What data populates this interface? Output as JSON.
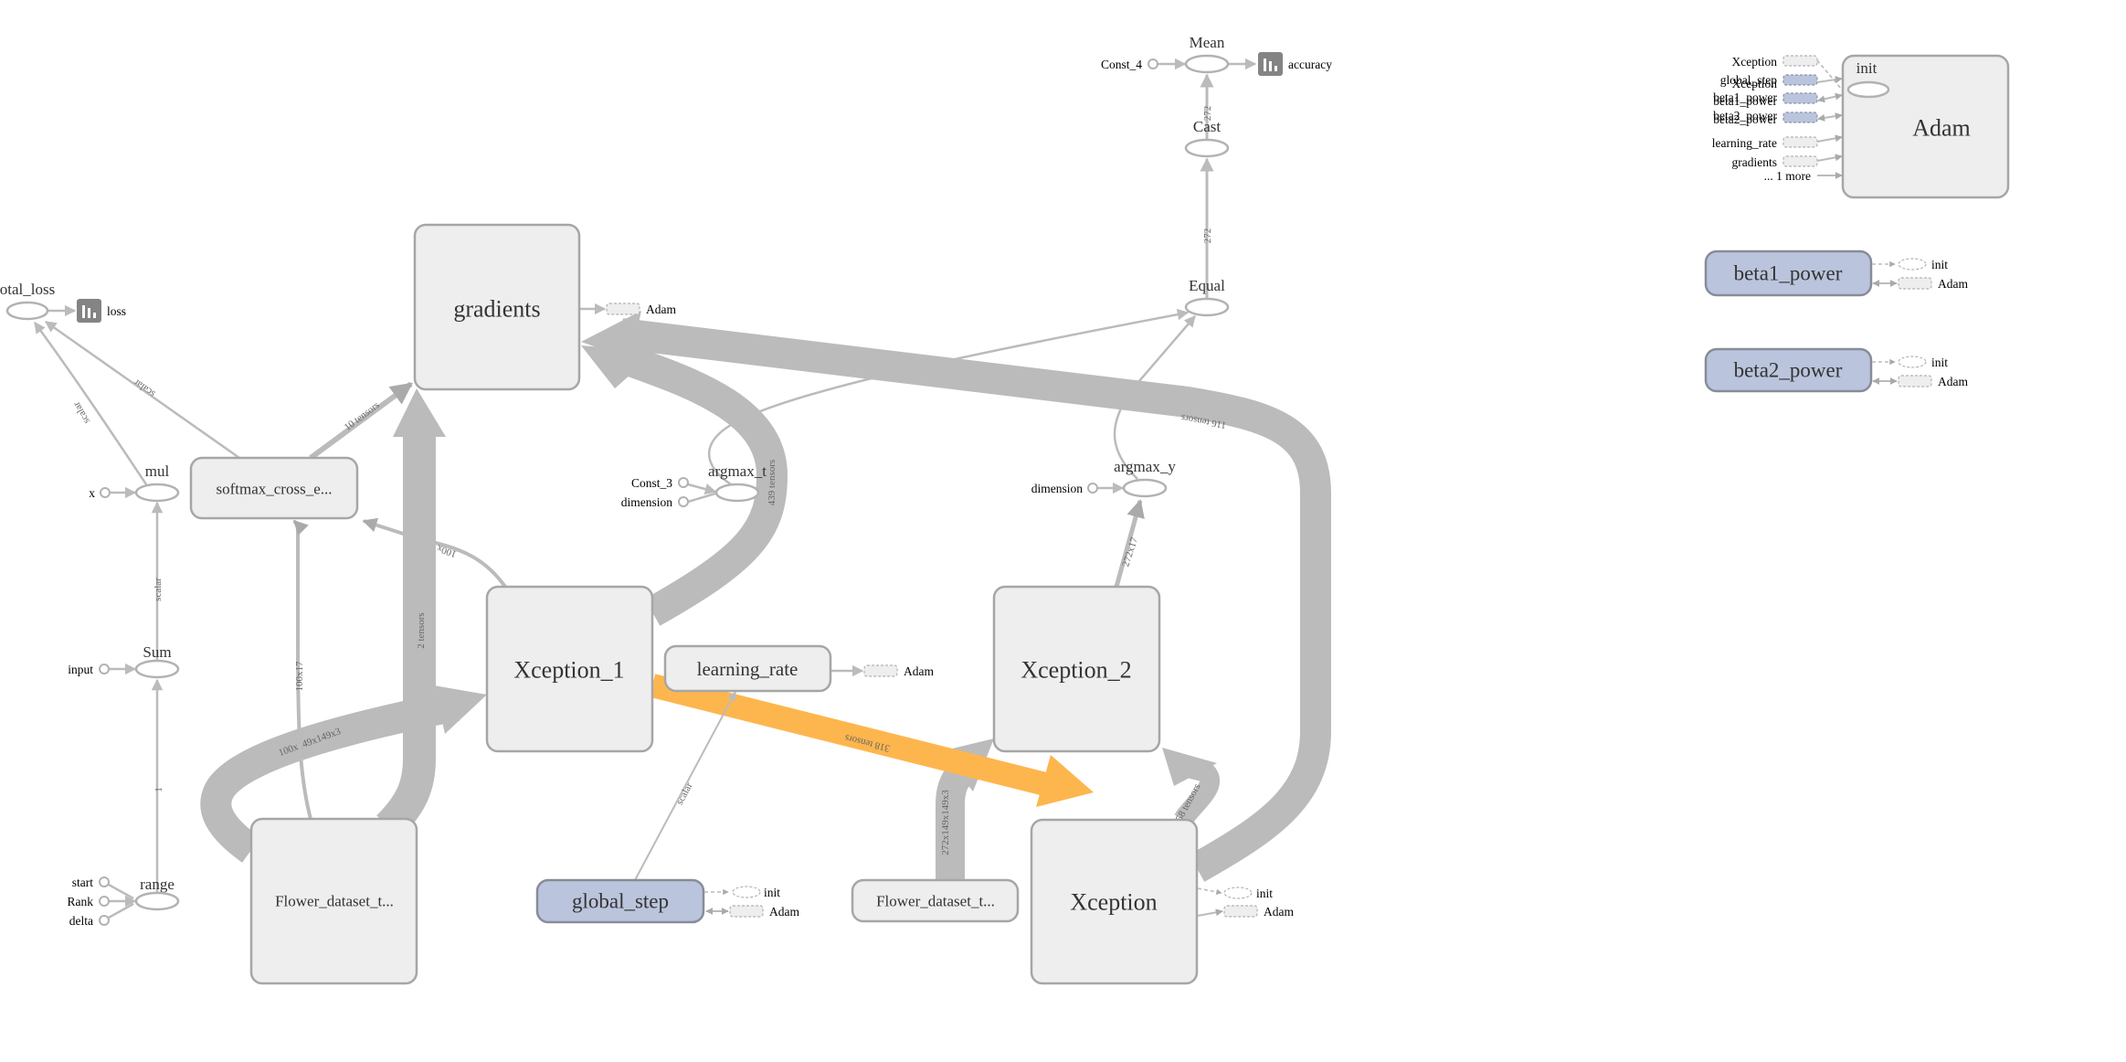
{
  "colors": {
    "group_fill": "#eeeeee",
    "variable_fill": "#bac4dc",
    "edge": "#bbbbbb",
    "highlight_edge": "#fdb64e",
    "summary_icon": "#848484"
  },
  "nodes": {
    "total_loss": "otal_loss",
    "loss_summary": "loss",
    "mul": "mul",
    "x_const": "x",
    "softmax": "softmax_cross_e...",
    "gradients": "gradients",
    "gradients_adam": "Adam",
    "xception_1": "Xception_1",
    "learning_rate": "learning_rate",
    "learning_rate_adam": "Adam",
    "global_step": "global_step",
    "global_step_init": "init",
    "global_step_adam": "Adam",
    "flower_dataset_1": "Flower_dataset_t...",
    "flower_dataset_2": "Flower_dataset_t...",
    "xception_2": "Xception_2",
    "xception": "Xception",
    "xception_init": "init",
    "xception_adam": "Adam",
    "argmax_t": "argmax_t",
    "const_3": "Const_3",
    "argmax_t_dimension": "dimension",
    "argmax_y": "argmax_y",
    "argmax_y_dimension": "dimension",
    "equal": "Equal",
    "cast": "Cast",
    "mean": "Mean",
    "const_4": "Const_4",
    "accuracy_summary": "accuracy",
    "sum": "Sum",
    "input": "input",
    "range": "range",
    "start": "start",
    "rank": "Rank",
    "delta": "delta",
    "adam": "Adam",
    "adam_init": "init",
    "adam_inputs": [
      "Xception",
      "global_step",
      "beta1_power",
      "beta2_power",
      "learning_rate",
      "gradients",
      "... 1 more"
    ],
    "adam_overlap_labels": [
      "Xception",
      "beta1_power",
      "beta2_power"
    ],
    "beta1_power": "beta1_power",
    "beta1_init": "init",
    "beta1_adam": "Adam",
    "beta2_power": "beta2_power",
    "beta2_init": "init",
    "beta2_adam": "Adam"
  },
  "edge_labels": {
    "mul_to_total_loss": "scalar",
    "softmax_to_total_loss": "scalar",
    "softmax_to_gradients": "10 tensors",
    "sum_to_mul": "scalar",
    "range_to_sum": "1",
    "flower1_to_softmax": "100x17",
    "flower1_to_gradients": "2 tensors",
    "flower1_to_xception_1": "100x149x149x3",
    "xception_1_to_softmax": "100x",
    "xception_1_to_gradients": "439 tensors",
    "xception_1_to_xception": "318 tensors",
    "xception_to_gradients": "116 tensors",
    "xception_to_xception_2": "158 tensors",
    "flower2_to_xception_2": "272x149x149x3",
    "xception_2_to_argmax_y": "272x17",
    "equal_to_cast": "272",
    "cast_to_mean": "272",
    "global_step_to_learning_rate": "scalar"
  }
}
